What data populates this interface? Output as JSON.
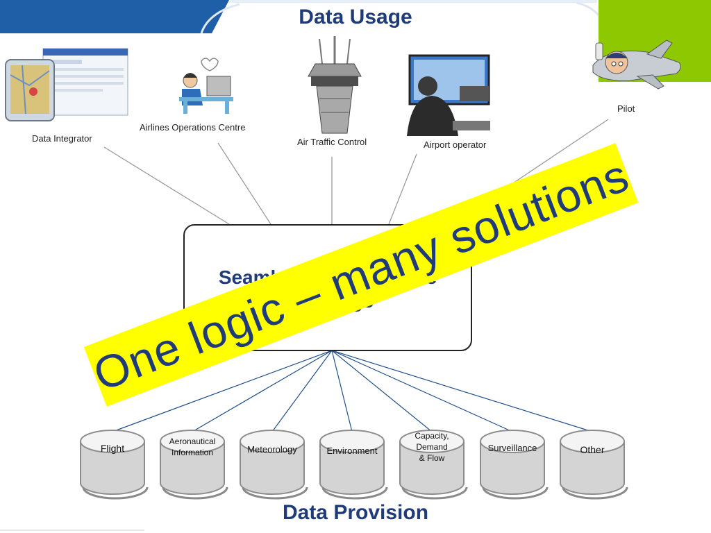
{
  "title_top": "Data Usage",
  "title_bottom": "Data Provision",
  "center_box": {
    "line1": "Seamless Interoperable",
    "line2": "Exchange"
  },
  "banner": "One logic – many solutions",
  "users": [
    {
      "label": "Data Integrator",
      "icon": "tablet-map-icon"
    },
    {
      "label": "Airlines Operations Centre",
      "icon": "office-worker-icon"
    },
    {
      "label": "Air Traffic Control",
      "icon": "control-tower-icon"
    },
    {
      "label": "Airport operator",
      "icon": "operator-desk-icon"
    },
    {
      "label": "Pilot",
      "icon": "pilot-plane-icon"
    }
  ],
  "providers": [
    {
      "label": "Flight"
    },
    {
      "label": "Aeronautical\nInformation"
    },
    {
      "label": "Meteorology"
    },
    {
      "label": "Environment"
    },
    {
      "label": "Capacity,\nDemand\n& Flow"
    },
    {
      "label": "Surveillance"
    },
    {
      "label": "Other"
    }
  ],
  "colors": {
    "title": "#1f3b7a",
    "banner": "#ffff00",
    "accent_blue": "#1f5fa8",
    "accent_green": "#8dc800"
  }
}
